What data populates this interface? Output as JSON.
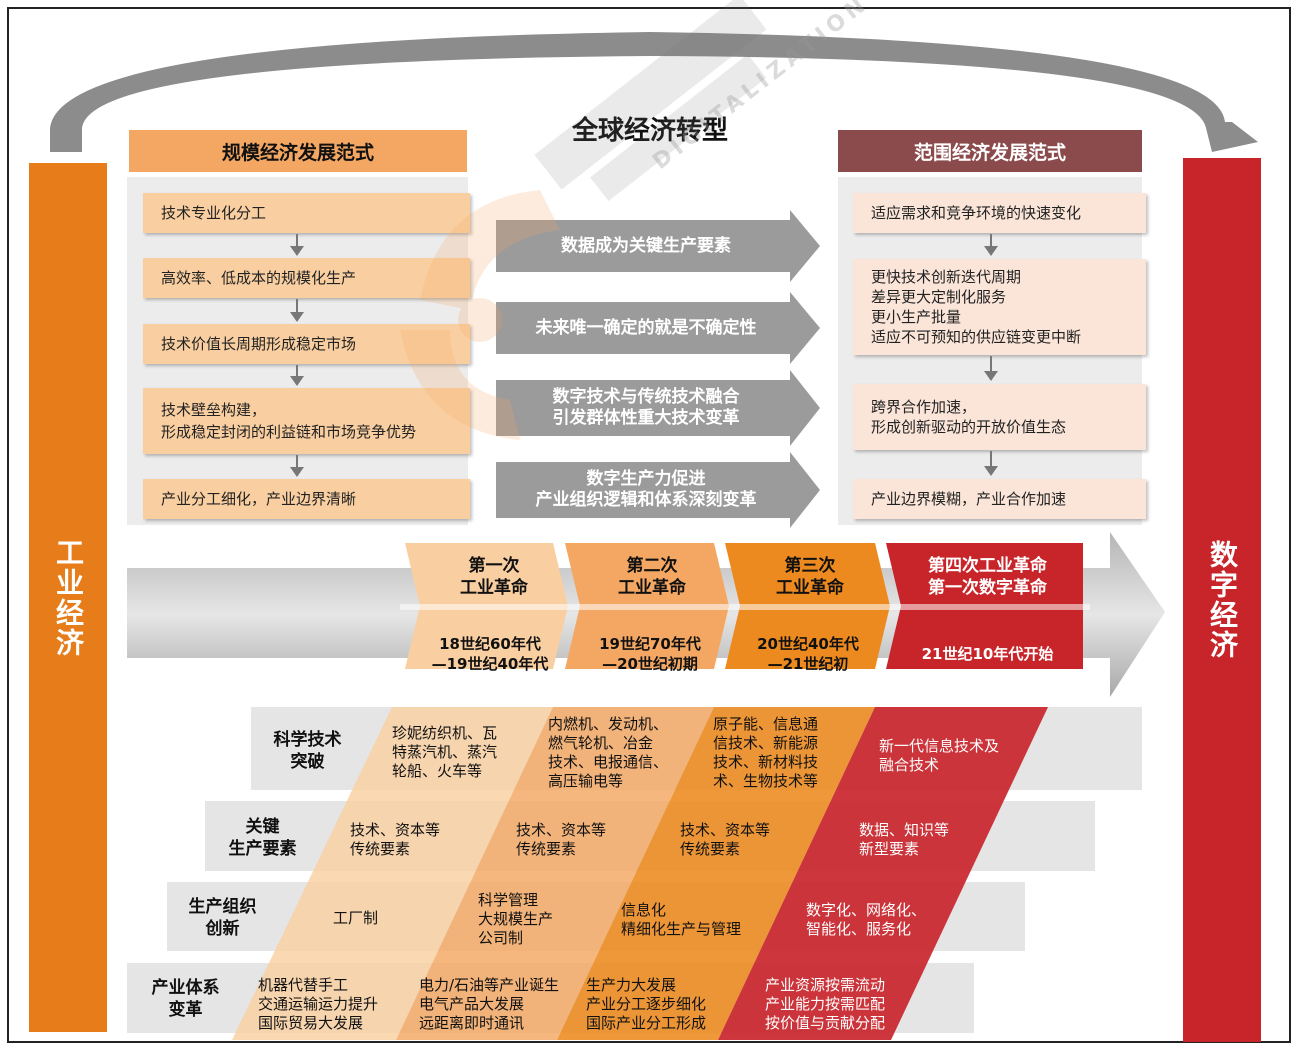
{
  "title": "全球经济转型",
  "left_bar": "工业经济",
  "right_bar": "数字经济",
  "left_header": "规模经济发展范式",
  "right_header": "范围经济发展范式",
  "left_steps": [
    "技术专业化分工",
    "高效率、低成本的规模化生产",
    "技术价值长周期形成稳定市场",
    "技术壁垒构建，\n形成稳定封闭的利益链和市场竞争优势",
    "产业分工细化，产业边界清晰"
  ],
  "right_steps": [
    "适应需求和竞争环境的快速变化",
    "更快技术创新迭代周期\n差异更大定制化服务\n更小生产批量\n适应不可预知的供应链变更中断",
    "跨界合作加速，\n形成创新驱动的开放价值生态",
    "产业边界模糊，产业合作加速"
  ],
  "middle_arrows": [
    "数据成为关键生产要素",
    "未来唯一确定的就是不确定性",
    "数字技术与传统技术融合\n引发群体性重大技术变革",
    "数字生产力促进\n产业组织逻辑和体系深刻变革"
  ],
  "eras": [
    {
      "name": "第一次\n工业革命",
      "period": "18世纪60年代\n—19世纪40年代",
      "color": "#f9cfa1",
      "text_color": "#111111"
    },
    {
      "name": "第二次\n工业革命",
      "period": "19世纪70年代\n—20世纪初期",
      "color": "#f4a762",
      "text_color": "#111111"
    },
    {
      "name": "第三次\n工业革命",
      "period": "20世纪40年代\n—21世纪初",
      "color": "#ed8a1f",
      "text_color": "#111111"
    },
    {
      "name": "第四次工业革命\n第一次数字革命",
      "period": "21世纪10年代开始",
      "color": "#c8252b",
      "text_color": "#ffffff"
    }
  ],
  "rows": [
    {
      "label": "科学技术\n突破",
      "cells": [
        "珍妮纺织机、瓦\n特蒸汽机、蒸汽\n轮船、火车等",
        "内燃机、发动机、\n燃气轮机、冶金\n技术、电报通信、\n高压输电等",
        "原子能、信息通\n信技术、新能源\n技术、新材料技\n术、生物技术等",
        "新一代信息技术及\n融合技术"
      ]
    },
    {
      "label": "关键\n生产要素",
      "cells": [
        "技术、资本等\n传统要素",
        "技术、资本等\n传统要素",
        "技术、资本等\n传统要素",
        "数据、知识等\n新型要素"
      ]
    },
    {
      "label": "生产组织\n创新",
      "cells": [
        "工厂制",
        "科学管理\n大规模生产\n公司制",
        "信息化\n精细化生产与管理",
        "数字化、网络化、\n智能化、服务化"
      ]
    },
    {
      "label": "产业体系\n变革",
      "cells": [
        "机器代替手工\n交通运输运力提升\n国际贸易大发展",
        "电力/石油等产业诞生\n电气产品大发展\n远距离即时通讯",
        "生产力大发展\n产业分工逐步细化\n国际产业分工形成",
        "产业资源按需流动\n产业能力按需匹配\n按价值与贡献分配"
      ]
    }
  ],
  "colors": {
    "industrial_bar": "#e67d1a",
    "digital_bar": "#c8252b",
    "left_header": "#f4a762",
    "right_header": "#8b4a4b",
    "gray_arrow": "#9b9b9b"
  },
  "watermark": "DIGITALIZATION"
}
